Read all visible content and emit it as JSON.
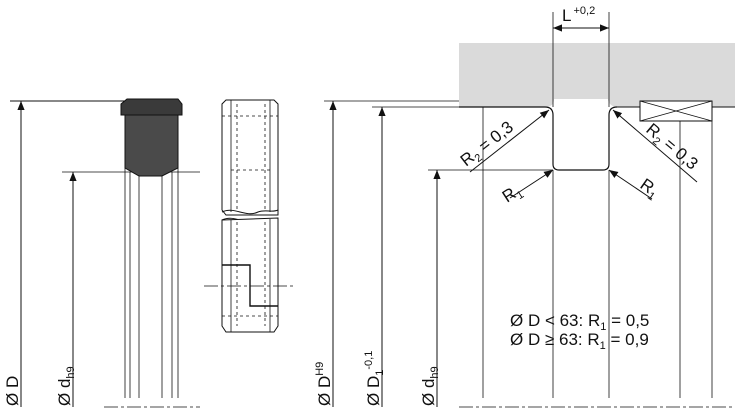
{
  "labels": {
    "length": "L",
    "length_tol": "+0,2",
    "radius_outer_left": "R",
    "radius_outer_left_sub": "2",
    "radius_outer_left_val": " = 0,3",
    "radius_outer_right": "R",
    "radius_outer_right_sub": "2",
    "radius_outer_right_val": " = 0,3",
    "radius_inner_left": "R",
    "radius_inner_left_sub": "1",
    "radius_inner_right": "R",
    "radius_inner_right_sub": "1",
    "note_line1": "Ø D < 63: R",
    "note_line1_sub": "1",
    "note_line1_val": " = 0,5",
    "note_line2": "Ø D ≥ 63: R",
    "note_line2_sub": "1",
    "note_line2_val": " = 0,9",
    "dim_D": "Ø D",
    "dim_d": "Ø d",
    "dim_d_sub": "h9",
    "dim_DH": "Ø D",
    "dim_DH_sup": "H9",
    "dim_D1": "Ø D",
    "dim_D1_sub": "1",
    "dim_D1_sup": "-0,1",
    "dim_d2": "Ø d",
    "dim_d2_sub": "h9"
  },
  "colors": {
    "housing": "#dadada",
    "seal": "#4a4a4a",
    "seal_top": "#3a3a3a",
    "line": "#111111"
  }
}
